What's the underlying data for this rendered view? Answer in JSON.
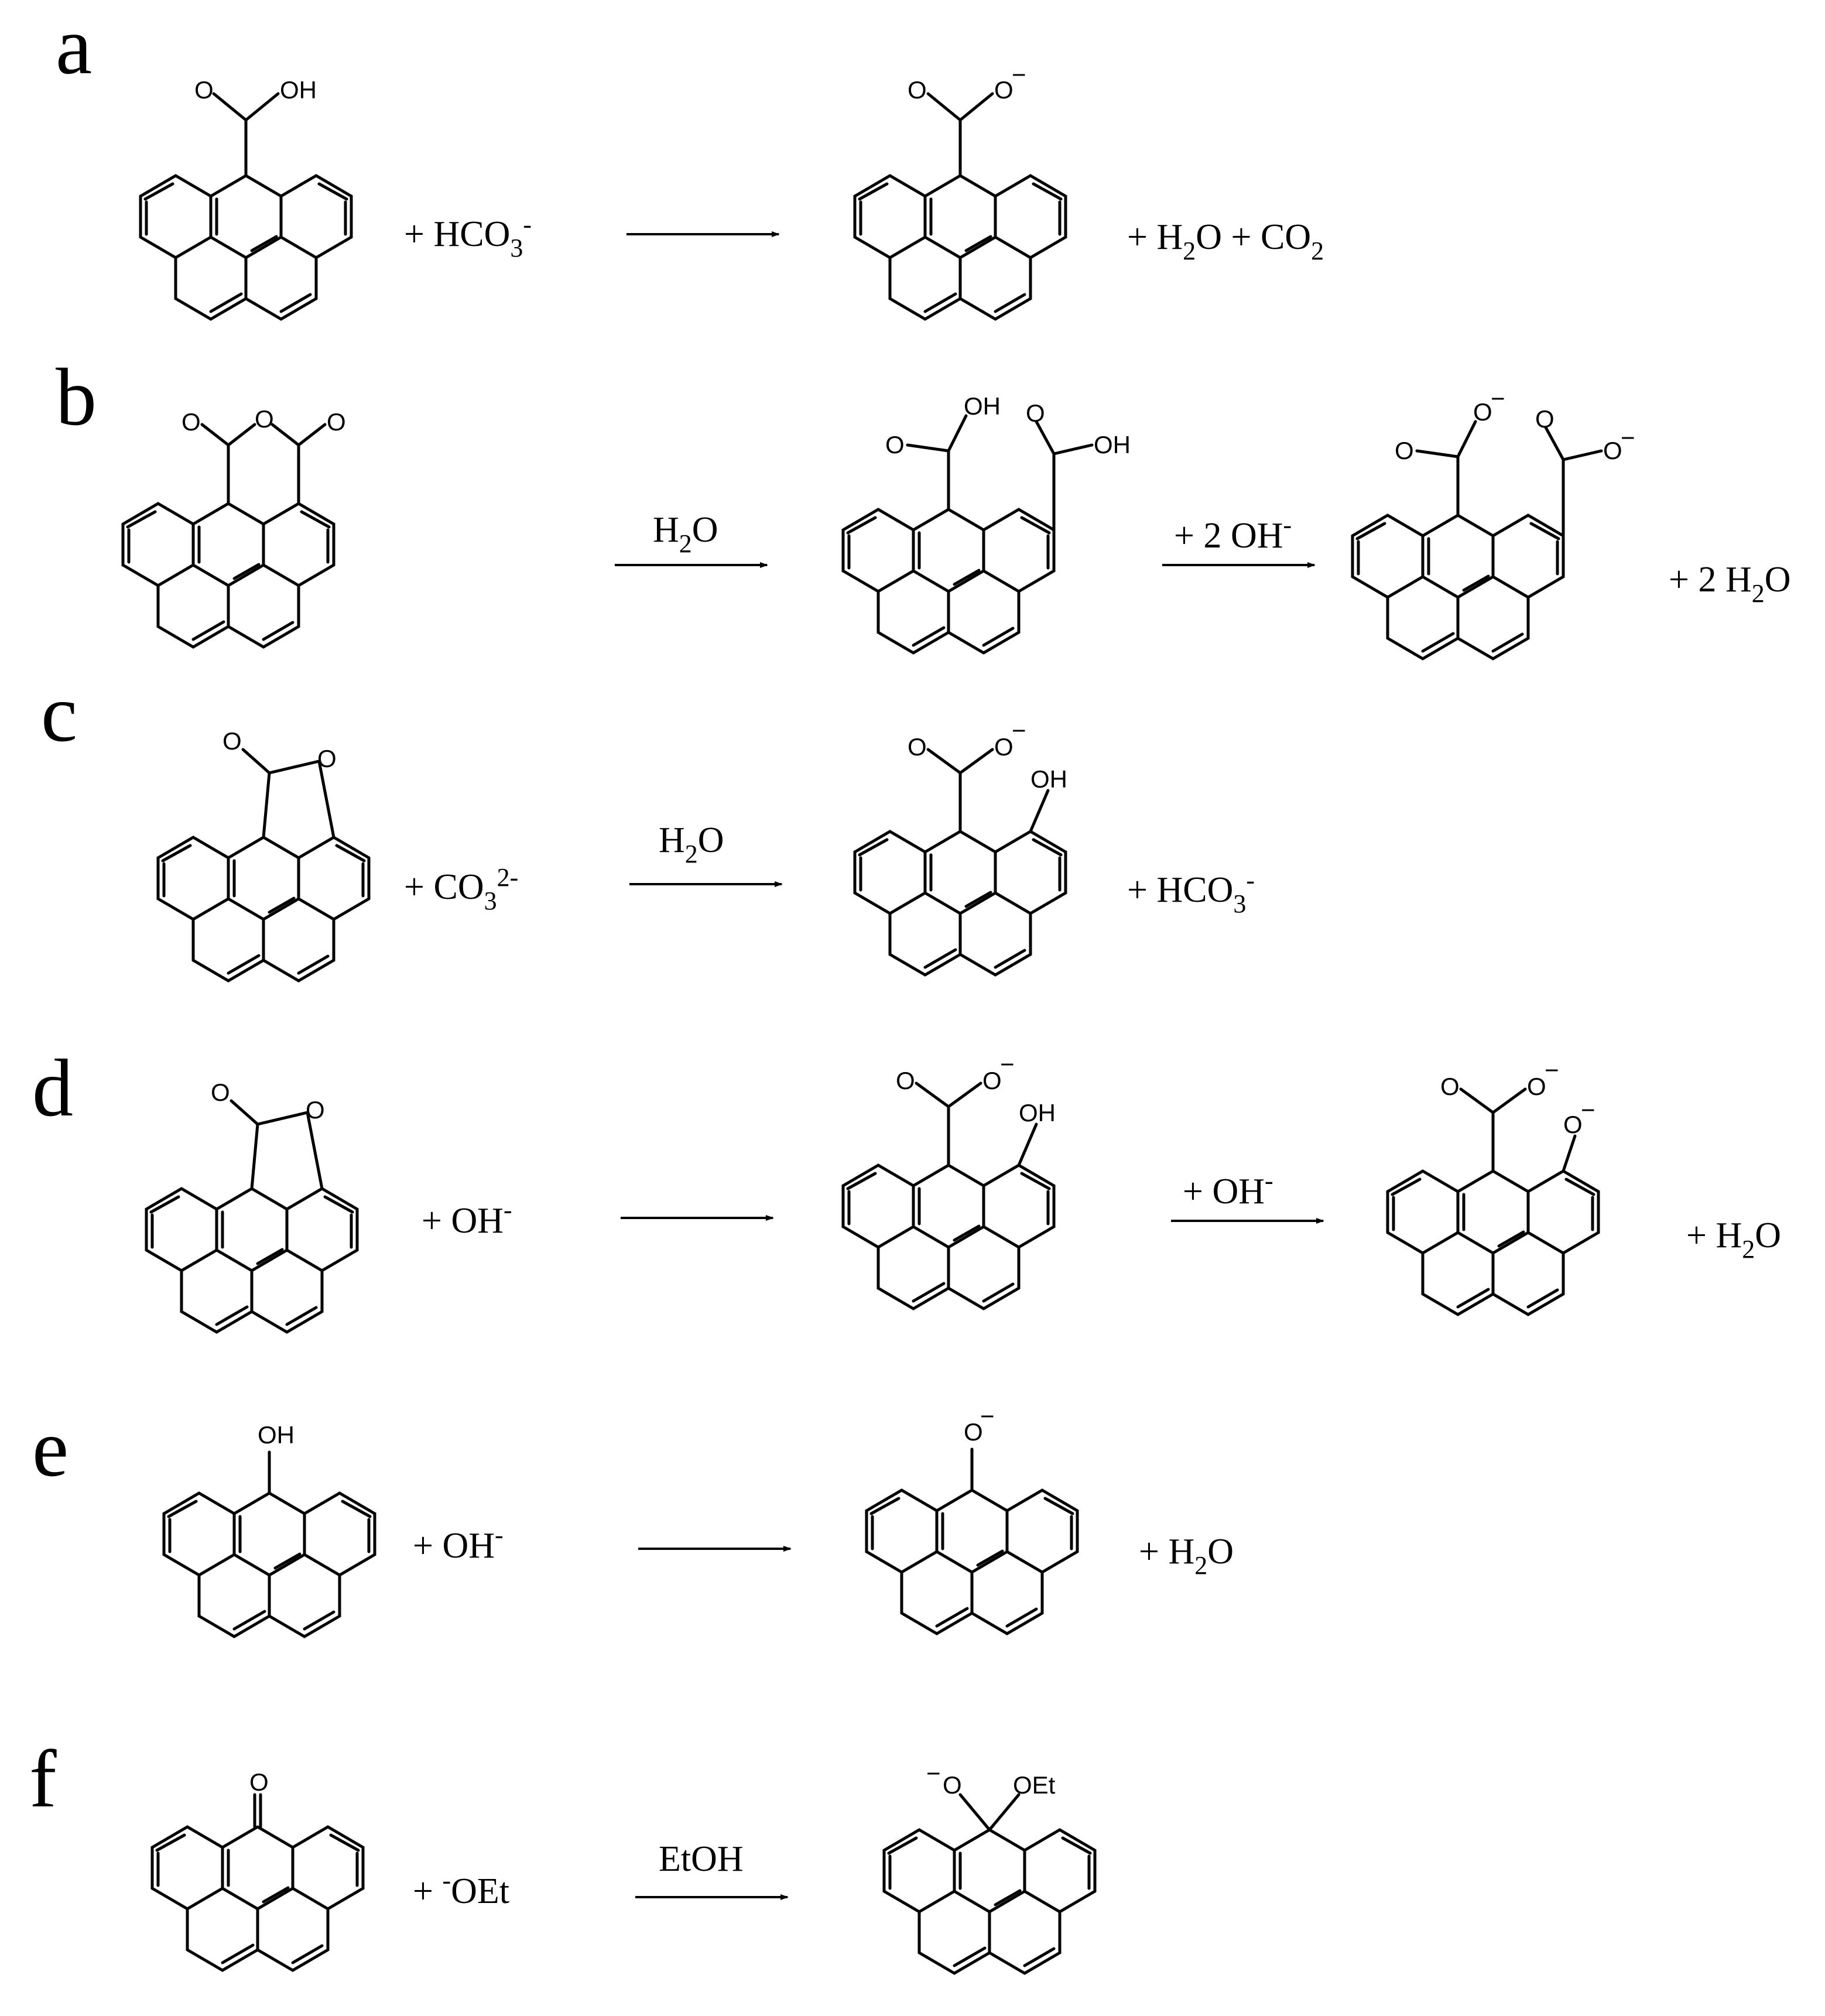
{
  "panels": [
    {
      "label": "a",
      "reactant_extra": [
        "+ HCO",
        "3",
        "-"
      ],
      "condition": "",
      "product_extra": [
        "+ H",
        "2",
        "O + CO",
        "2"
      ],
      "r_groups": [
        "OH"
      ],
      "p_groups": [
        "O-"
      ]
    },
    {
      "label": "b",
      "condition": [
        "H",
        "2",
        "O"
      ],
      "condition2": [
        "+ 2 OH",
        "-"
      ],
      "product_extra": [
        "+ 2 H",
        "2",
        "O"
      ]
    },
    {
      "label": "c",
      "reactant_extra": [
        "+ CO",
        "3",
        "2-"
      ],
      "condition": [
        "H",
        "2",
        "O"
      ],
      "product_extra": [
        "+ HCO",
        "3",
        "-"
      ]
    },
    {
      "label": "d",
      "reactant_extra": [
        "+ OH",
        "-"
      ],
      "condition2": [
        "+ OH",
        "-"
      ],
      "product_extra": [
        "+ H",
        "2",
        "O"
      ]
    },
    {
      "label": "e",
      "reactant_extra": [
        "+ OH",
        "-"
      ],
      "product_extra": [
        "+ H",
        "2",
        "O"
      ]
    },
    {
      "label": "f",
      "reactant_extra": [
        "+ ",
        "-",
        "OEt"
      ],
      "condition": "EtOH"
    }
  ],
  "atoms": {
    "O": "O",
    "OH": "OH",
    "Ominus": "−",
    "OEt": "OEt"
  }
}
